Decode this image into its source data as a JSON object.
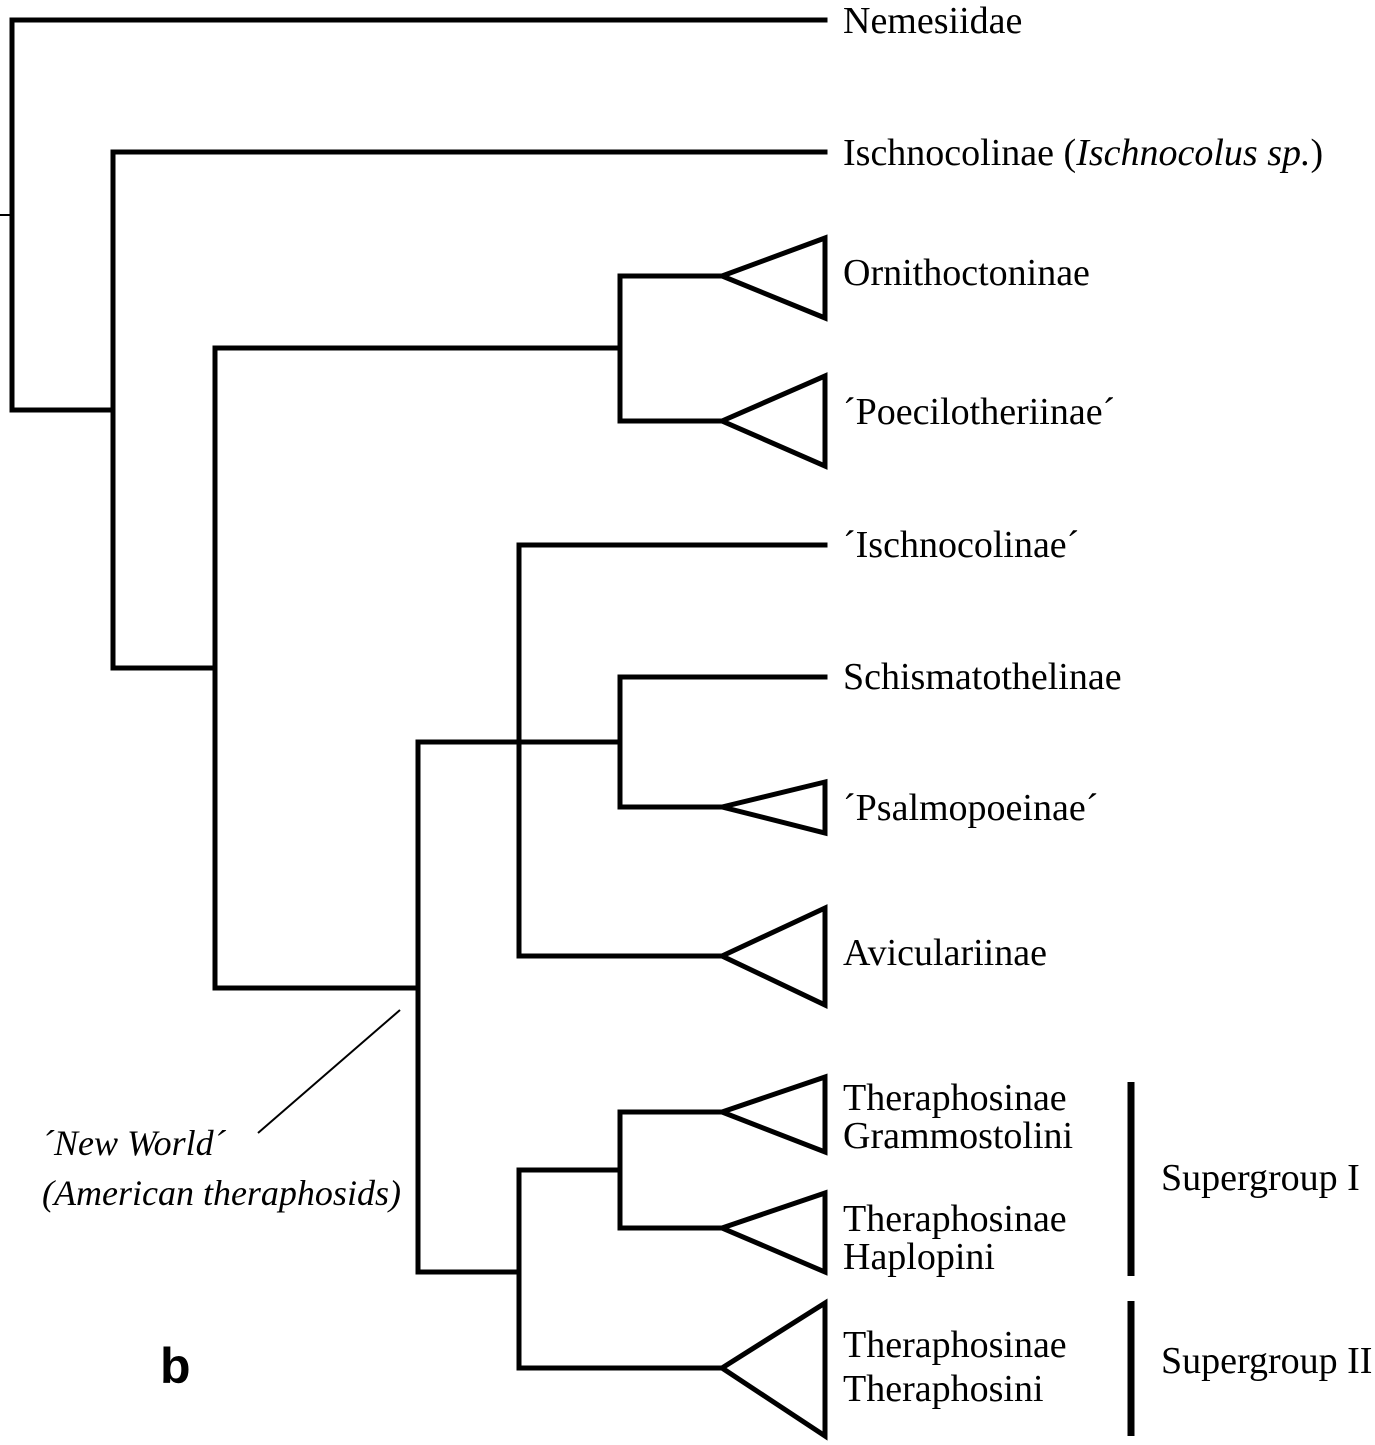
{
  "panel_letter": "b",
  "taxa": {
    "nemesiidae": "Nemesiidae",
    "ischnocolinae_pre": "Ischnocolinae (",
    "ischnocolinae_italic": "Ischnocolus sp.",
    "ischnocolinae_post": ")",
    "ornithoctoninae": "Ornithoctoninae",
    "poecilotheriinae": "´Poecilotheriinae´",
    "ischnocolinae_quoted": "´Ischnocolinae´",
    "schismatothelinae": "Schismatothelinae",
    "psalmopoeinae": "´Psalmopoeinae´",
    "aviculariinae": "Aviculariinae",
    "grammostolini_line1": "Theraphosinae",
    "grammostolini_line2": "Grammostolini",
    "haplopini_line1": "Theraphosinae",
    "haplopini_line2": "Haplopini",
    "theraphosini_line1": "Theraphosinae",
    "theraphosini_line2": "Theraphosini"
  },
  "groups": {
    "supergroup_1": "Supergroup I",
    "supergroup_2": "Supergroup II"
  },
  "annotation": {
    "line1": "´New World´",
    "line2": "(American theraphosids)"
  }
}
